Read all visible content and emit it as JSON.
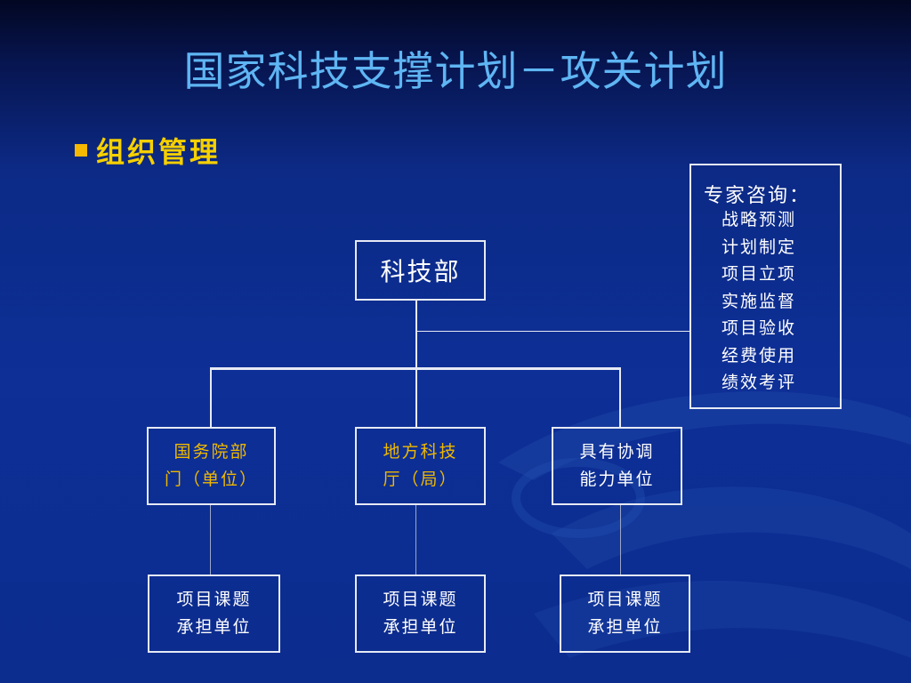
{
  "slide": {
    "title": "国家科技支撑计划－攻关计划",
    "section": "组织管理"
  },
  "diagram": {
    "root": {
      "label": "科技部"
    },
    "level2": [
      {
        "line1": "国务院部",
        "line2": "门（单位）"
      },
      {
        "line1": "地方科技",
        "line2": "厅（局）"
      },
      {
        "line1": "具有协调",
        "line2": "能力单位"
      }
    ],
    "level3": [
      {
        "line1": "项目课题",
        "line2": "承担单位"
      },
      {
        "line1": "项目课题",
        "line2": "承担单位"
      },
      {
        "line1": "项目课题",
        "line2": "承担单位"
      }
    ],
    "expert": {
      "title": "专家咨询：",
      "items": [
        "战略预测",
        "计划制定",
        "项目立项",
        "实施监督",
        "项目验收",
        "经费使用",
        "绩效考评"
      ]
    }
  },
  "colors": {
    "background": "#0c2a86",
    "title": "#5fb5f3",
    "accent": "#f0b800",
    "line": "#e6eaf4"
  }
}
